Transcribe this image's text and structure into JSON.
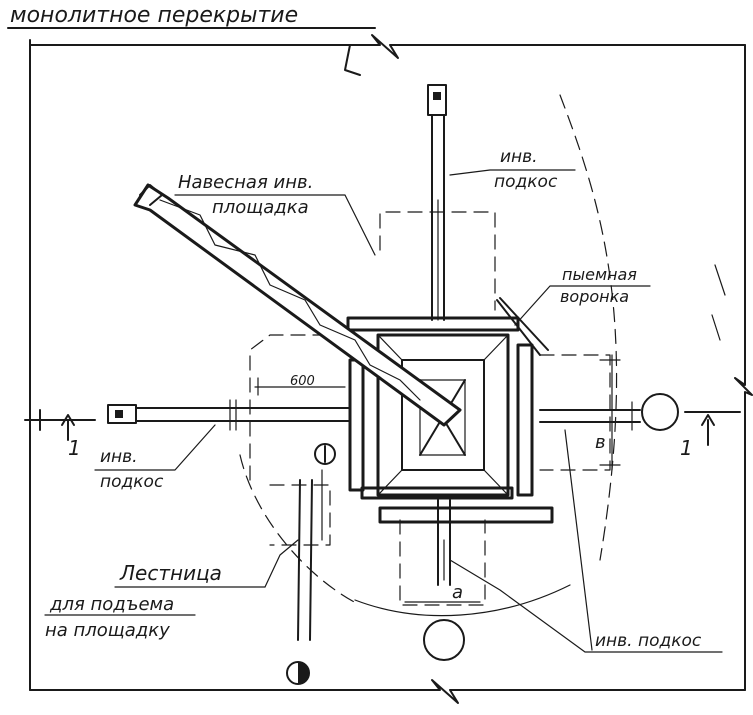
{
  "labels": {
    "header": "монолитное перекрытие",
    "hanging_platform": [
      "Навесная инв.",
      "площадка"
    ],
    "brace_top": [
      "инв.",
      "подкос"
    ],
    "brace_left": [
      "инв.",
      "подкос"
    ],
    "hopper": [
      "пыемная",
      "воронка"
    ],
    "ladder": [
      "Лестница",
      "для подъема",
      "на площадку"
    ],
    "brace_bottom": "инв. подкос",
    "dim_600": "600",
    "dim_b": "в",
    "dim_a": "а",
    "section_left": "1",
    "section_right": "1"
  },
  "icons": {
    "stand_left": "section-marker-icon",
    "stand_right": "section-marker-icon",
    "stand_bottom": "half-filled-circle-icon"
  }
}
